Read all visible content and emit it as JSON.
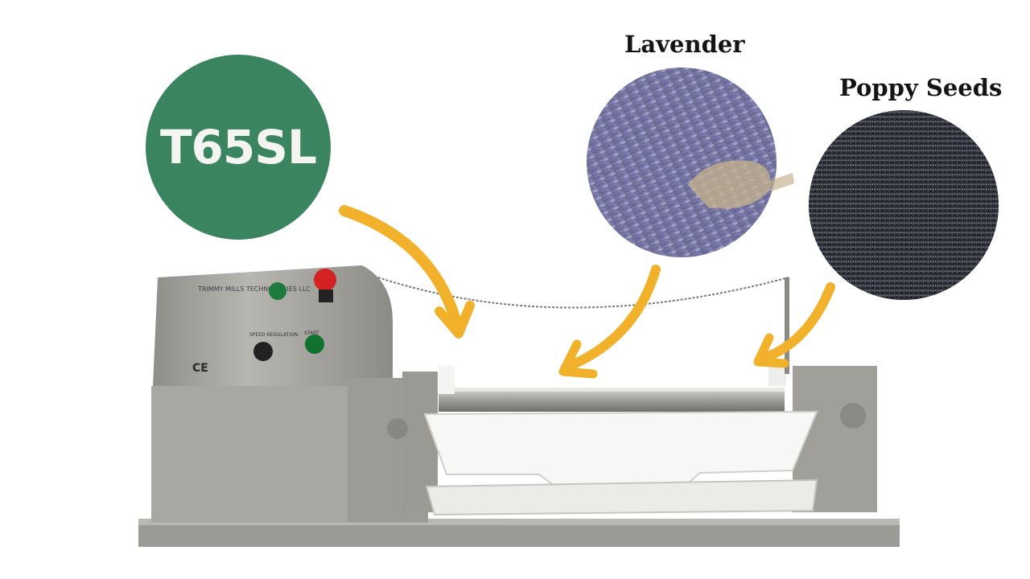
{
  "badge": {
    "model": "T65SL",
    "color": "#3b8460"
  },
  "labels": {
    "lavender": "Lavender",
    "poppy": "Poppy Seeds"
  },
  "machine": {
    "brand_text": "TRIMMY MILLS TECHNOLOGIES LLC",
    "speed_label": "SPEED REGULATION",
    "start_label": "START",
    "ce_mark": "CE"
  },
  "colors": {
    "arrow": "#f2b12a",
    "steel": "#a9a9a4",
    "tray": "#f7f7f5"
  },
  "icons": [
    "ce-mark-icon",
    "emergency-stop-icon",
    "start-button-icon"
  ]
}
